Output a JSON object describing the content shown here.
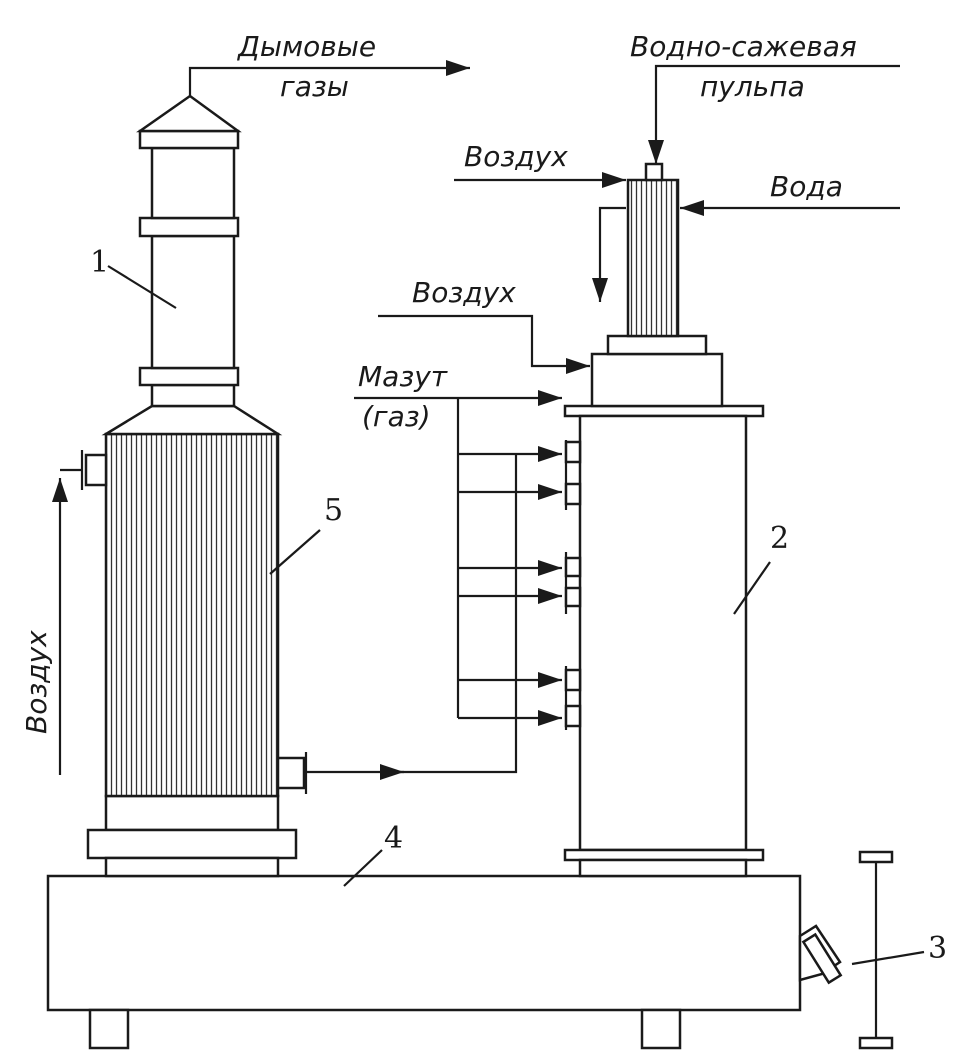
{
  "labels": {
    "flue_gases_line1": "Дымовые",
    "flue_gases_line2": "газы",
    "soot_pulp_line1": "Водно-сажевая",
    "soot_pulp_line2": "пульпа",
    "air_top": "Воздух",
    "water": "Вода",
    "air_mid": "Воздух",
    "fuel_oil": "Мазут",
    "gas": "(газ)",
    "air_left": "Воздух"
  },
  "numbers": {
    "n1": "1",
    "n2": "2",
    "n3": "3",
    "n4": "4",
    "n5": "5"
  }
}
